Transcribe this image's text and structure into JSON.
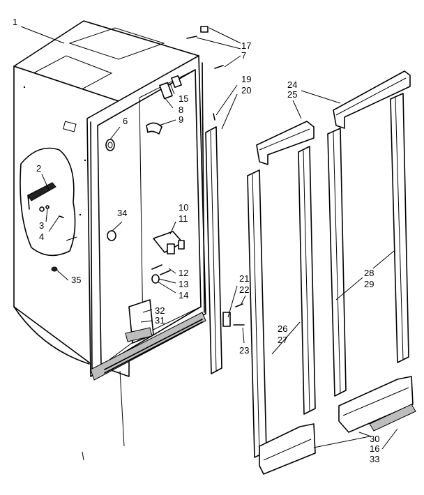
{
  "callouts": {
    "c1": "1",
    "c2": "2",
    "c3": "3",
    "c4": "4",
    "c6": "6",
    "c8": "8",
    "c9": "9",
    "c10": "10",
    "c11": "11",
    "c12": "12",
    "c13": "13",
    "c14": "14",
    "c15": "15",
    "c17": "17",
    "c7": "7",
    "c19": "19",
    "c20": "20",
    "c21": "21",
    "c22": "22",
    "c23": "23",
    "c24": "24",
    "c25": "25",
    "c26": "26",
    "c27": "27",
    "c28": "28",
    "c29": "29",
    "c30": "30",
    "c16": "16",
    "c33": "33",
    "c31": "31",
    "c32": "32",
    "c34": "34",
    "c35": "35"
  },
  "colors": {
    "ink": "#000000",
    "paper": "#ffffff",
    "shade": "#bdbdbd"
  }
}
